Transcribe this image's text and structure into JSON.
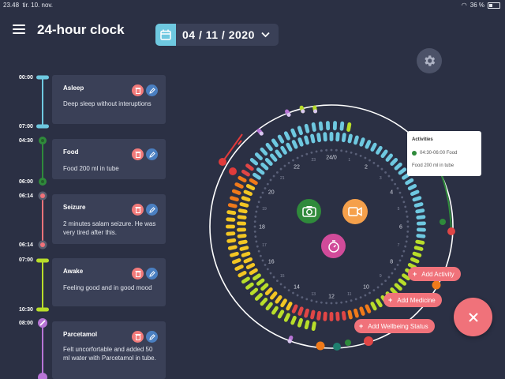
{
  "status_bar": {
    "time": "23.48",
    "date": "tir. 10. nov.",
    "battery": "36 %"
  },
  "header": {
    "title": "24-hour clock",
    "date": "04 / 11 / 2020"
  },
  "timeline": {
    "times": [
      "00:00",
      "07:00",
      "04:30",
      "06:00",
      "06:14",
      "06:14",
      "07:00",
      "10:30",
      "08:00"
    ],
    "colors": {
      "asleep": "#6ec8e0",
      "food": "#2f8a3b",
      "seizure": "#f0727a",
      "awake": "#b8dd2a",
      "parcetamol": "#b774d6"
    }
  },
  "cards": [
    {
      "title": "Asleep",
      "desc": "Deep sleep without interuptions"
    },
    {
      "title": "Food",
      "desc": "Food 200 ml in tube"
    },
    {
      "title": "Seizure",
      "desc": "2 minutes salam seizure. He was very tired after this."
    },
    {
      "title": "Awake",
      "desc": "Feeling good and in good mood"
    },
    {
      "title": "Parcetamol",
      "desc": "Felt uncorfortable and added 50 ml water with Parcetamol in tube."
    }
  ],
  "clock": {
    "hour_labels": [
      "24/0",
      "2",
      "4",
      "6",
      "8",
      "10",
      "12",
      "14",
      "16",
      "18",
      "20",
      "22"
    ],
    "hour_labels_small": [
      "1",
      "3",
      "5",
      "7",
      "9",
      "11",
      "13",
      "15",
      "17",
      "19",
      "21",
      "23"
    ]
  },
  "tooltip": {
    "title": "Activities",
    "item": "04:30-06:00 Food",
    "detail": "Food 200 ml in tube"
  },
  "actions": {
    "add_activity": "Add Activity",
    "add_medicine": "Add Medicine",
    "add_wellbeing": "Add Wellbeing Status",
    "plus": "+"
  },
  "accent": {
    "primary": "#f0727a",
    "secondary": "#6ec8e0"
  }
}
